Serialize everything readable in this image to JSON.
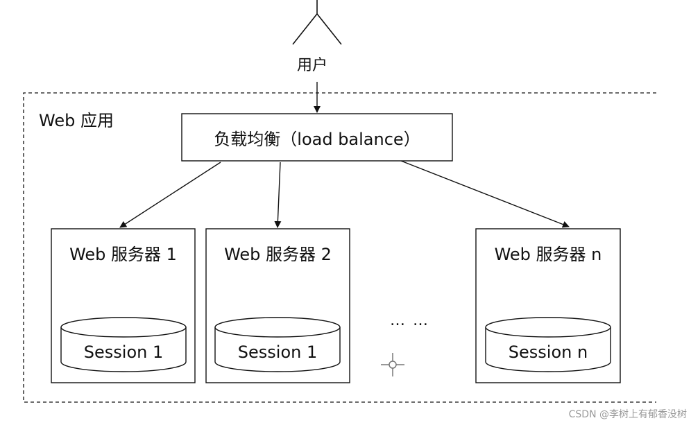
{
  "user": {
    "label": "用户",
    "icon": "user-actor-icon"
  },
  "application": {
    "label": "Web 应用"
  },
  "load_balancer": {
    "label": "负载均衡（load balance）"
  },
  "servers": [
    {
      "title": "Web 服务器 1",
      "session": "Session 1"
    },
    {
      "title": "Web 服务器 2",
      "session": "Session 1"
    },
    {
      "title": "Web 服务器 n",
      "session": "Session n"
    }
  ],
  "ellipsis": "… …",
  "watermark": "CSDN @李树上有郁香没树",
  "colors": {
    "stroke": "#111111",
    "background": "#ffffff",
    "watermark": "#9a9a9a"
  }
}
